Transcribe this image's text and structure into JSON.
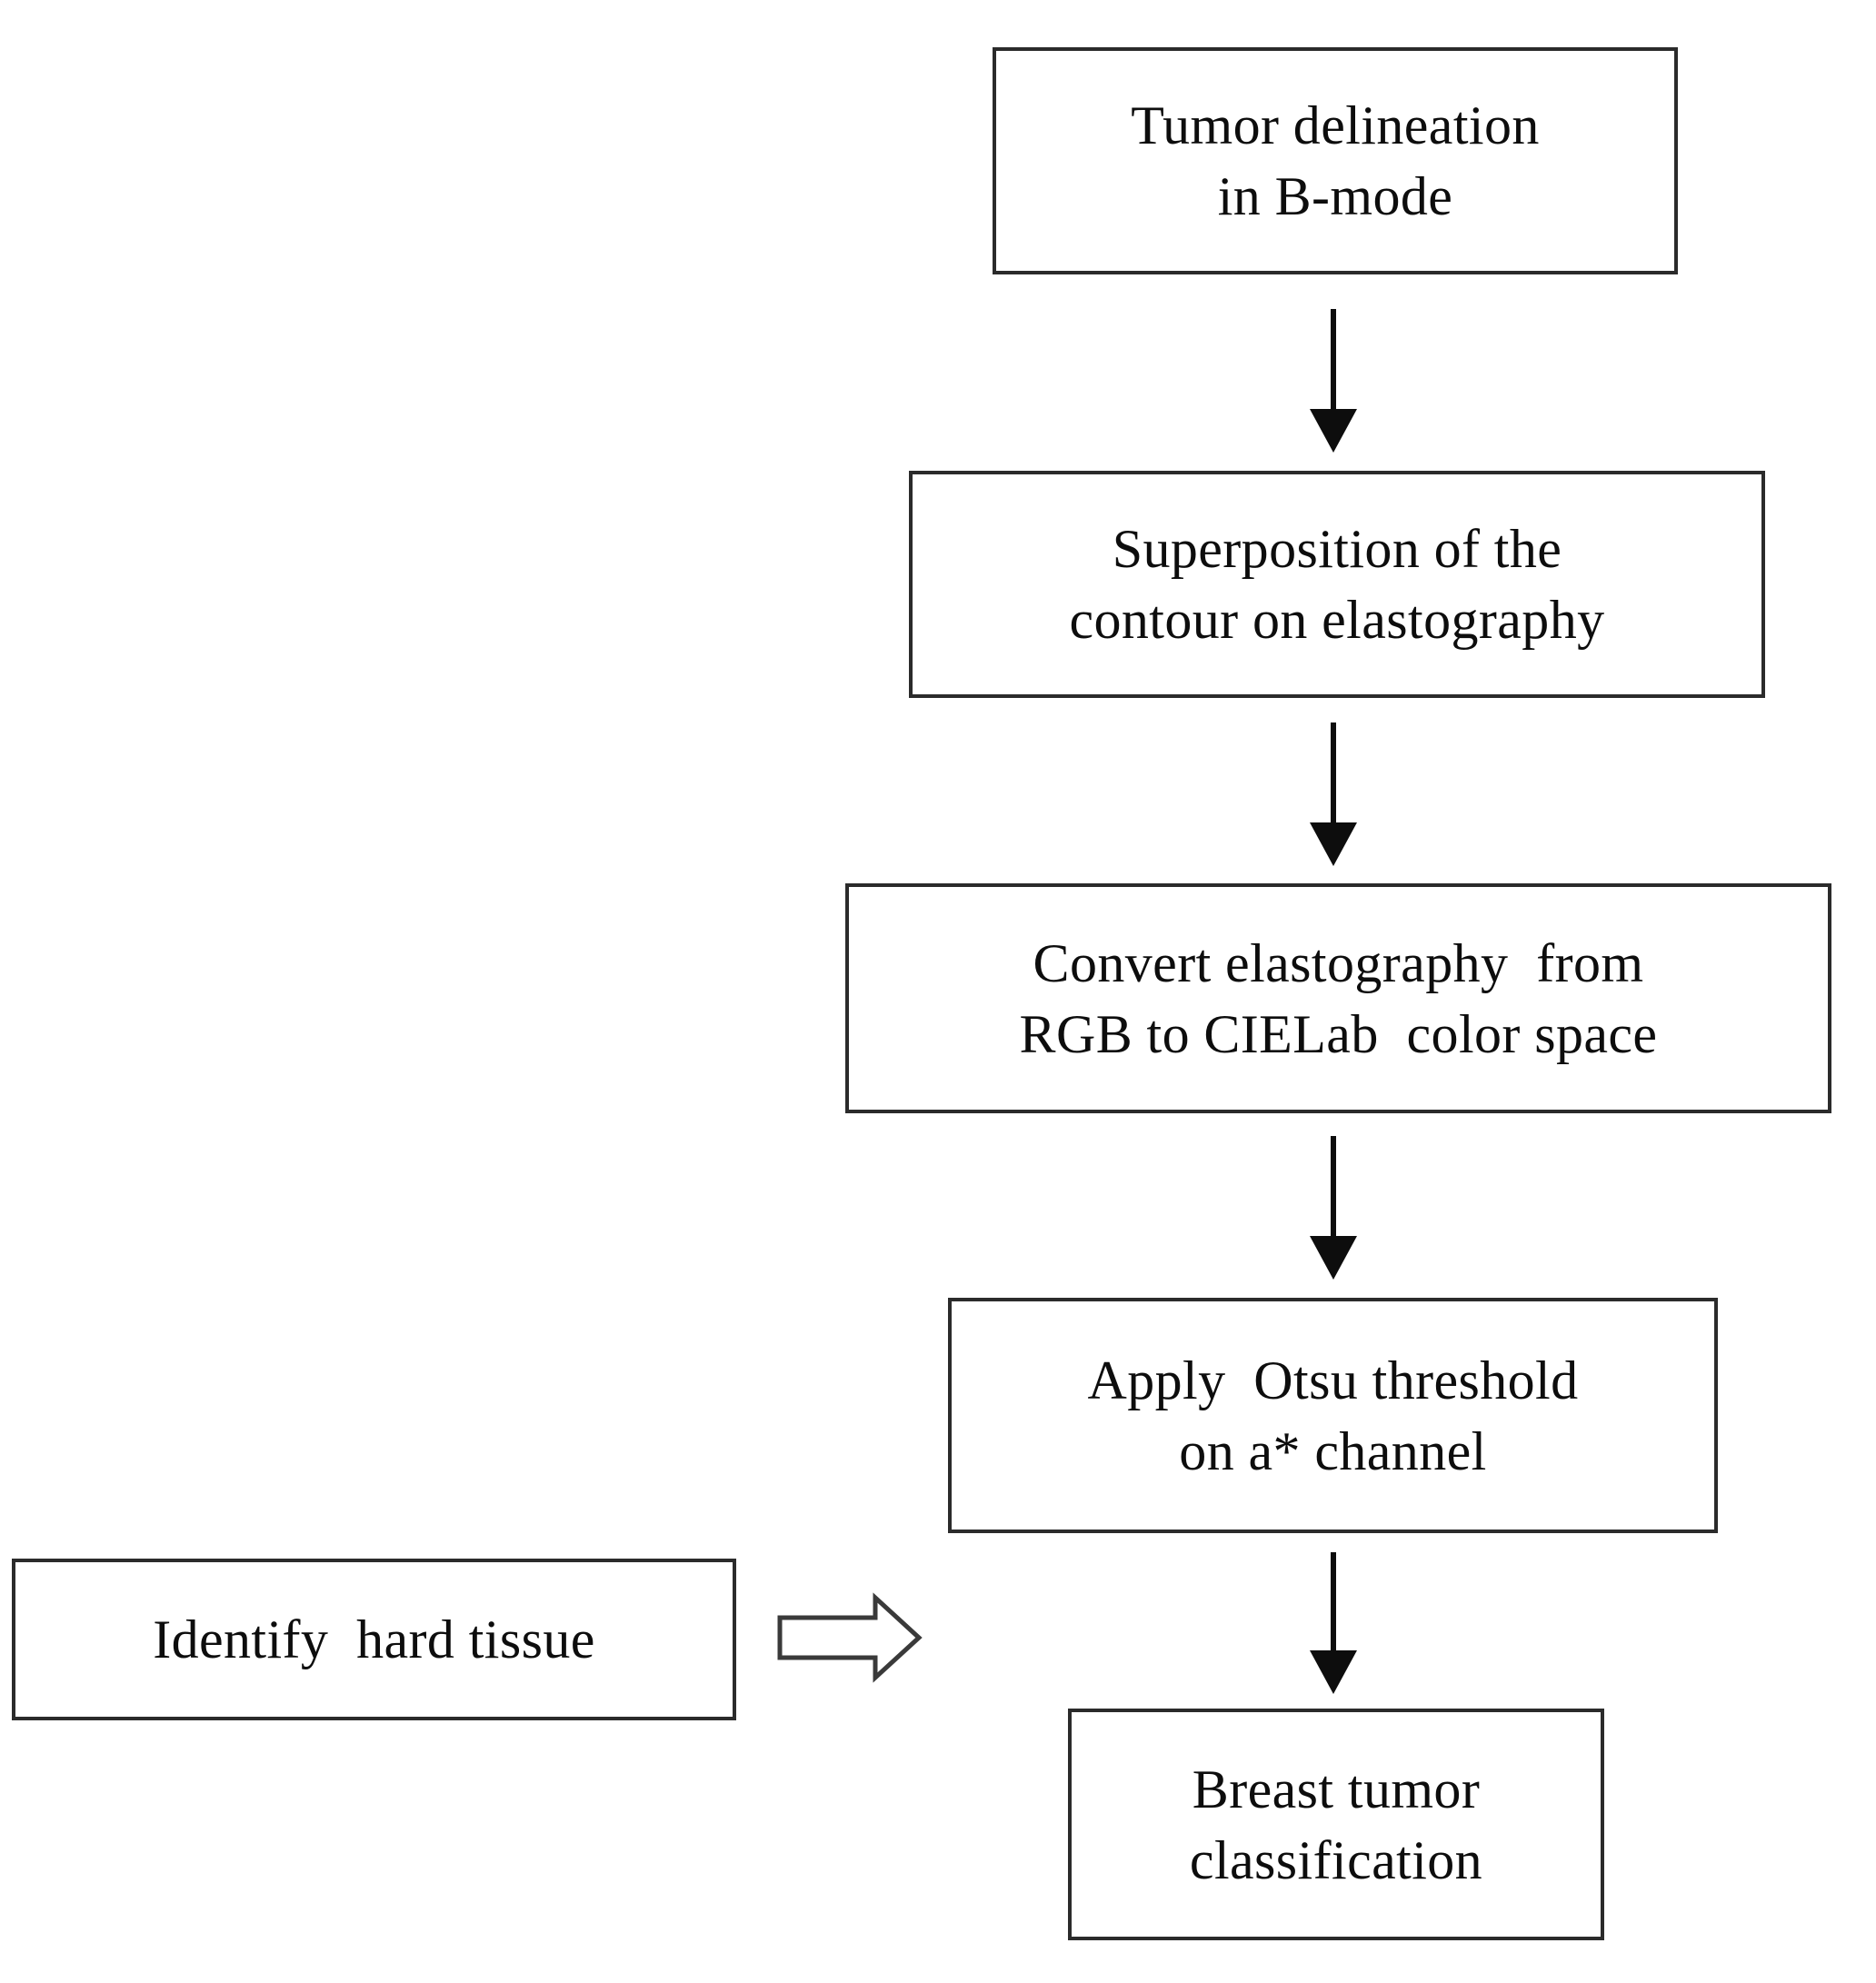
{
  "diagram": {
    "title": "Breast tumor elastography processing flowchart",
    "background_color": "#ffffff",
    "stroke_color": "#2b2b2b",
    "text_color": "#0d0d0d",
    "nodes": [
      {
        "id": "tumor-delineation",
        "lines": [
          "Tumor delineation",
          "in B-mode"
        ]
      },
      {
        "id": "superposition",
        "lines": [
          "Superposition of the",
          "contour on elastography"
        ]
      },
      {
        "id": "convert-color-space",
        "lines": [
          "Convert elastography  from",
          "RGB to CIELab  color space"
        ]
      },
      {
        "id": "otsu-threshold",
        "lines": [
          "Apply  Otsu threshold",
          "on a* channel"
        ]
      },
      {
        "id": "breast-tumor-classification",
        "lines": [
          "Breast tumor",
          "classification"
        ]
      },
      {
        "id": "identify-hard-tissue",
        "lines": [
          "Identify  hard tissue"
        ]
      }
    ],
    "connectors": [
      {
        "id": "arrow-1",
        "from": "tumor-delineation",
        "to": "superposition",
        "style": "solid-filled-arrowhead",
        "direction": "down"
      },
      {
        "id": "arrow-2",
        "from": "superposition",
        "to": "convert-color-space",
        "style": "solid-filled-arrowhead",
        "direction": "down"
      },
      {
        "id": "arrow-3",
        "from": "convert-color-space",
        "to": "otsu-threshold",
        "style": "solid-filled-arrowhead",
        "direction": "down"
      },
      {
        "id": "arrow-4",
        "from": "otsu-threshold",
        "to": "breast-tumor-classification",
        "style": "solid-filled-arrowhead",
        "direction": "down"
      },
      {
        "id": "block-arrow-hard-tissue",
        "from": "identify-hard-tissue",
        "to": "otsu-threshold",
        "style": "hollow-block-arrow",
        "direction": "right"
      }
    ]
  }
}
